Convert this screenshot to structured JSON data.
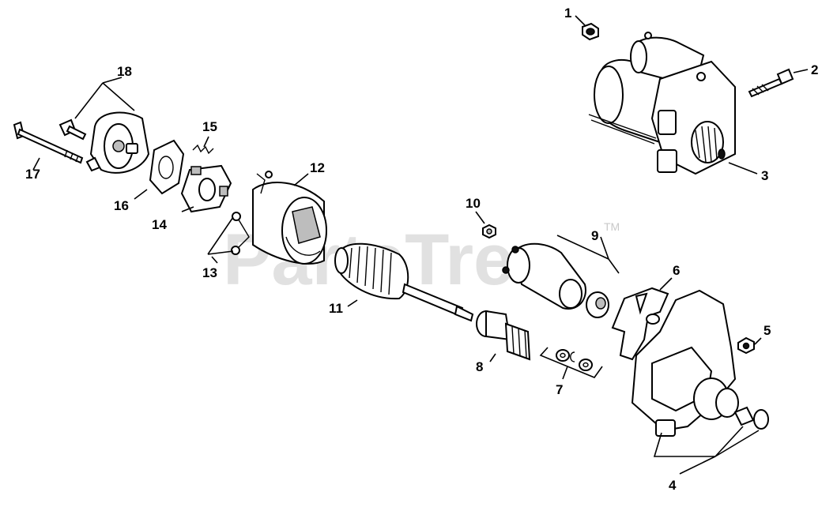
{
  "watermark": {
    "text": "PartsTree",
    "tm": "TM"
  },
  "callouts": [
    {
      "id": "1",
      "label": "1"
    },
    {
      "id": "2",
      "label": "2"
    },
    {
      "id": "3",
      "label": "3"
    },
    {
      "id": "4",
      "label": "4"
    },
    {
      "id": "5",
      "label": "5"
    },
    {
      "id": "6",
      "label": "6"
    },
    {
      "id": "7",
      "label": "7"
    },
    {
      "id": "8",
      "label": "8"
    },
    {
      "id": "9",
      "label": "9"
    },
    {
      "id": "10",
      "label": "10"
    },
    {
      "id": "11",
      "label": "11"
    },
    {
      "id": "12",
      "label": "12"
    },
    {
      "id": "13",
      "label": "13"
    },
    {
      "id": "14",
      "label": "14"
    },
    {
      "id": "15",
      "label": "15"
    },
    {
      "id": "16",
      "label": "16"
    },
    {
      "id": "17",
      "label": "17"
    },
    {
      "id": "18",
      "label": "18"
    }
  ]
}
